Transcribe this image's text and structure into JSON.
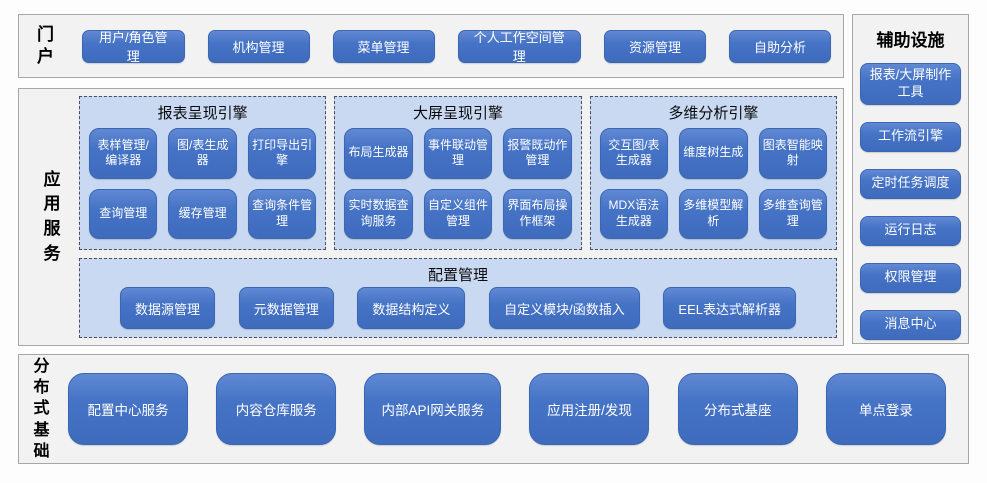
{
  "colors": {
    "node_fill": "#4472C4",
    "node_border": "#3A66B2",
    "node_text": "#FFFFFF",
    "group_fill": "#C9D9F2",
    "group_dashed_border": "#474E5D",
    "section_fill": "#F2F2F2",
    "section_border": "#A6A6A6",
    "background": "#FDFDFD"
  },
  "portal": {
    "label": "门户",
    "buttons": [
      {
        "label": "用户/角色管理"
      },
      {
        "label": "机构管理"
      },
      {
        "label": "菜单管理"
      },
      {
        "label": "个人工作空间管理"
      },
      {
        "label": "资源管理"
      },
      {
        "label": "自助分析"
      }
    ]
  },
  "app_services": {
    "label": "应用服务",
    "engines": [
      {
        "title": "报表呈现引擎",
        "buttons": [
          {
            "label": "表样管理/编译器"
          },
          {
            "label": "图/表生成器"
          },
          {
            "label": "打印导出引擎"
          },
          {
            "label": "查询管理"
          },
          {
            "label": "缓存管理"
          },
          {
            "label": "查询条件管理"
          }
        ]
      },
      {
        "title": "大屏呈现引擎",
        "buttons": [
          {
            "label": "布局生成器"
          },
          {
            "label": "事件联动管理"
          },
          {
            "label": "报警既动作管理"
          },
          {
            "label": "实时数据查询服务"
          },
          {
            "label": "自定义组件管理"
          },
          {
            "label": "界面布局操作框架"
          }
        ]
      },
      {
        "title": "多维分析引擎",
        "buttons": [
          {
            "label": "交互图/表生成器"
          },
          {
            "label": "维度树生成"
          },
          {
            "label": "图表智能映射"
          },
          {
            "label": "MDX语法生成器"
          },
          {
            "label": "多维模型解析"
          },
          {
            "label": "多维查询管理"
          }
        ]
      }
    ],
    "config": {
      "title": "配置管理",
      "buttons": [
        {
          "label": "数据源管理"
        },
        {
          "label": "元数据管理"
        },
        {
          "label": "数据结构定义"
        },
        {
          "label": "自定义模块/函数插入"
        },
        {
          "label": "EEL表达式解析器"
        }
      ]
    }
  },
  "auxiliary": {
    "title": "辅助设施",
    "buttons": [
      {
        "label": "报表/大屏制作工具"
      },
      {
        "label": "工作流引擎"
      },
      {
        "label": "定时任务调度"
      },
      {
        "label": "运行日志"
      },
      {
        "label": "权限管理"
      },
      {
        "label": "消息中心"
      }
    ]
  },
  "distributed": {
    "label": "分布式基础",
    "buttons": [
      {
        "label": "配置中心服务"
      },
      {
        "label": "内容仓库服务"
      },
      {
        "label": "内部API网关服务"
      },
      {
        "label": "应用注册/发现"
      },
      {
        "label": "分布式基座"
      },
      {
        "label": "单点登录"
      }
    ]
  }
}
